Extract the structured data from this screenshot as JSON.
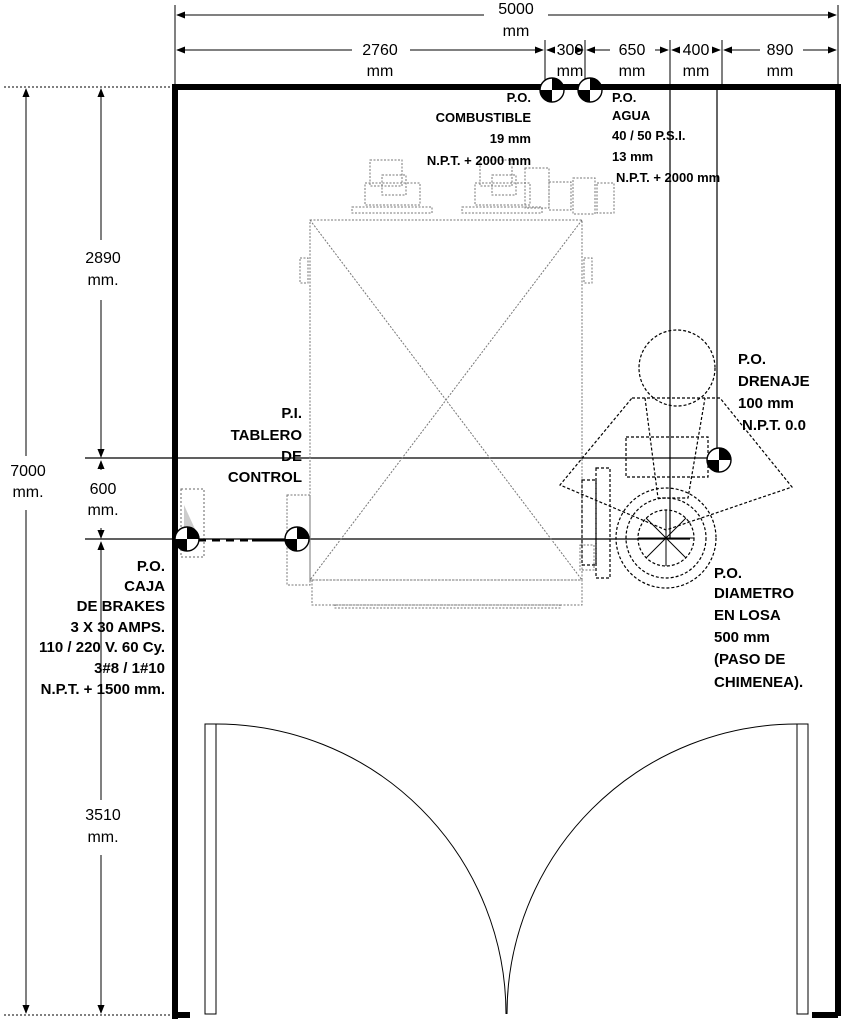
{
  "dimensions": {
    "overall": {
      "value": "5000",
      "unit": "mm"
    },
    "d2760": {
      "value": "2760",
      "unit": "mm"
    },
    "d300": {
      "value": "300",
      "unit": "mm"
    },
    "d650": {
      "value": "650",
      "unit": "mm"
    },
    "d400": {
      "value": "400",
      "unit": "mm"
    },
    "d890": {
      "value": "890",
      "unit": "mm"
    },
    "h7000": {
      "value": "7000",
      "unit": "mm."
    },
    "h2890": {
      "value": "2890",
      "unit": "mm."
    },
    "h600": {
      "value": "600",
      "unit": "mm."
    },
    "h3510": {
      "value": "3510",
      "unit": "mm."
    }
  },
  "labels": {
    "combustible": [
      "P.O.",
      "COMBUSTIBLE",
      "19 mm",
      "N.P.T. + 2000 mm"
    ],
    "agua": [
      "P.O.",
      "AGUA",
      "40 / 50 P.S.I.",
      "13 mm",
      "N.P.T. + 2000 mm"
    ],
    "drenaje": [
      "P.O.",
      "DRENAJE",
      "100 mm",
      "N.P.T. 0.0"
    ],
    "tablero": [
      "P.I.",
      "TABLERO",
      "DE",
      "CONTROL"
    ],
    "brakes": [
      "P.O.",
      "CAJA",
      "DE BRAKES",
      "3 X 30 AMPS.",
      "110 / 220 V. 60 Cy.",
      "3#8  / 1#10",
      "N.P.T. + 1500 mm."
    ],
    "chimenea": [
      "P.O.",
      "DIAMETRO",
      "EN LOSA",
      "500 mm",
      "(PASO DE",
      "CHIMENEA)."
    ]
  }
}
